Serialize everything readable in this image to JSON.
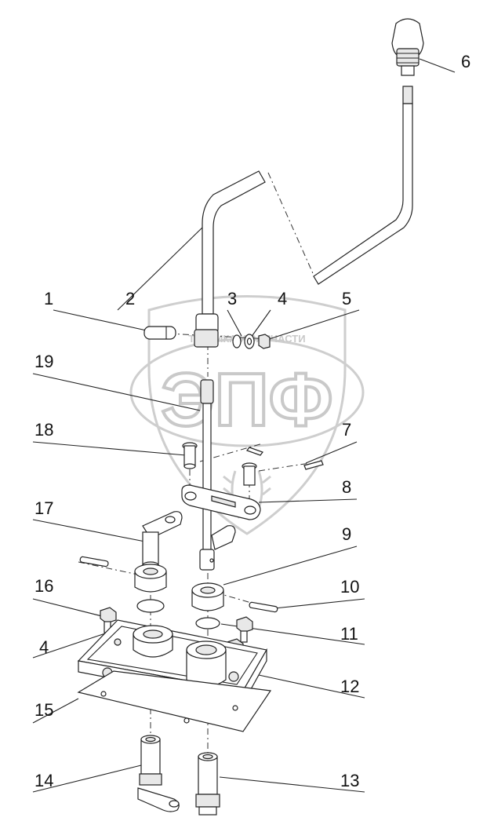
{
  "watermark": {
    "logo_text": "ЭПФ",
    "ring_text": "ТЕХНИКА И ЗАПЧАСТИ"
  },
  "callouts": [
    {
      "id": "1",
      "label": "1"
    },
    {
      "id": "2",
      "label": "2"
    },
    {
      "id": "3",
      "label": "3"
    },
    {
      "id": "4a",
      "label": "4"
    },
    {
      "id": "5",
      "label": "5"
    },
    {
      "id": "6",
      "label": "6"
    },
    {
      "id": "7",
      "label": "7"
    },
    {
      "id": "8",
      "label": "8"
    },
    {
      "id": "9",
      "label": "9"
    },
    {
      "id": "10",
      "label": "10"
    },
    {
      "id": "11",
      "label": "11"
    },
    {
      "id": "12",
      "label": "12"
    },
    {
      "id": "13",
      "label": "13"
    },
    {
      "id": "14",
      "label": "14"
    },
    {
      "id": "15",
      "label": "15"
    },
    {
      "id": "16",
      "label": "16"
    },
    {
      "id": "17",
      "label": "17"
    },
    {
      "id": "18",
      "label": "18"
    },
    {
      "id": "19",
      "label": "19"
    },
    {
      "id": "4b",
      "label": "4"
    }
  ]
}
